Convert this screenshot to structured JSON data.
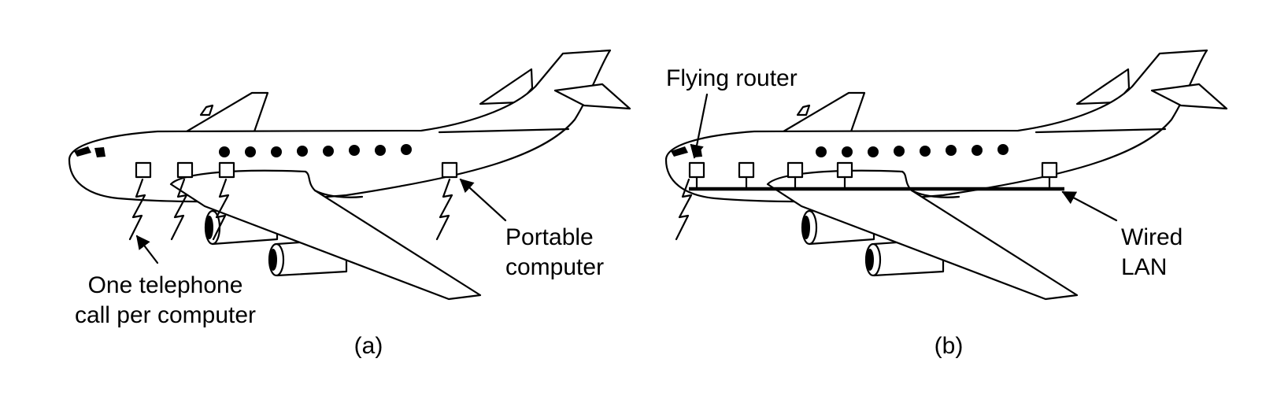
{
  "panel_a": {
    "caption": "(a)",
    "portable_label_line1": "Portable",
    "portable_label_line2": "computer",
    "telephone_label_line1": "One telephone",
    "telephone_label_line2": "call per computer"
  },
  "panel_b": {
    "caption": "(b)",
    "router_label": "Flying router",
    "lan_label_line1": "Wired",
    "lan_label_line2": "LAN"
  }
}
